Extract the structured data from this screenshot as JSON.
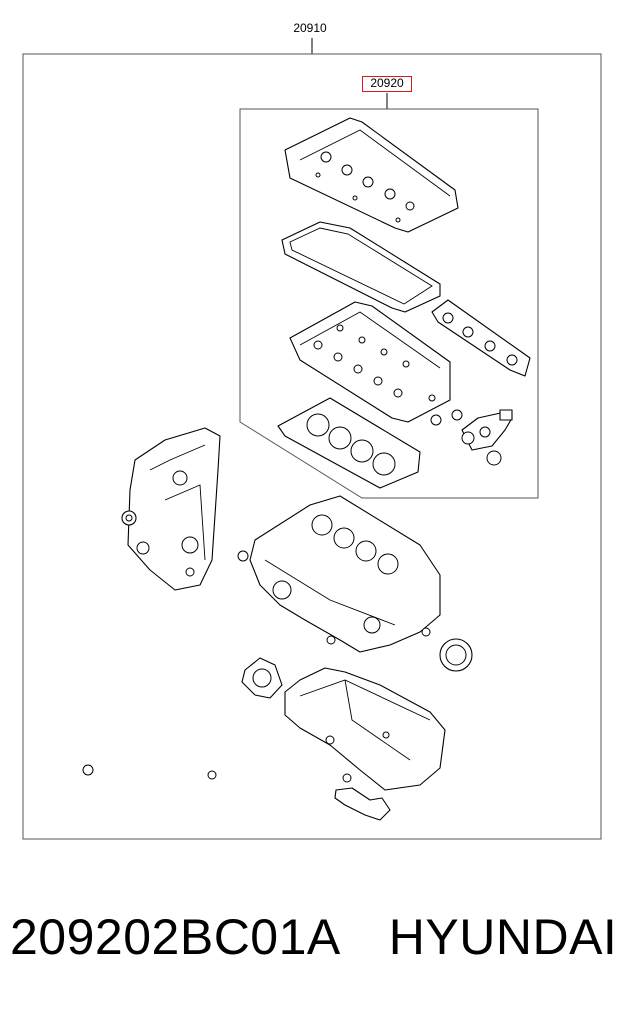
{
  "diagram": {
    "assembly_number": "20910",
    "kit_number": "20920",
    "highlight_color": "#d41a1a"
  },
  "footer": {
    "part_number": "209202BC01A",
    "brand": "HYUNDAI"
  }
}
